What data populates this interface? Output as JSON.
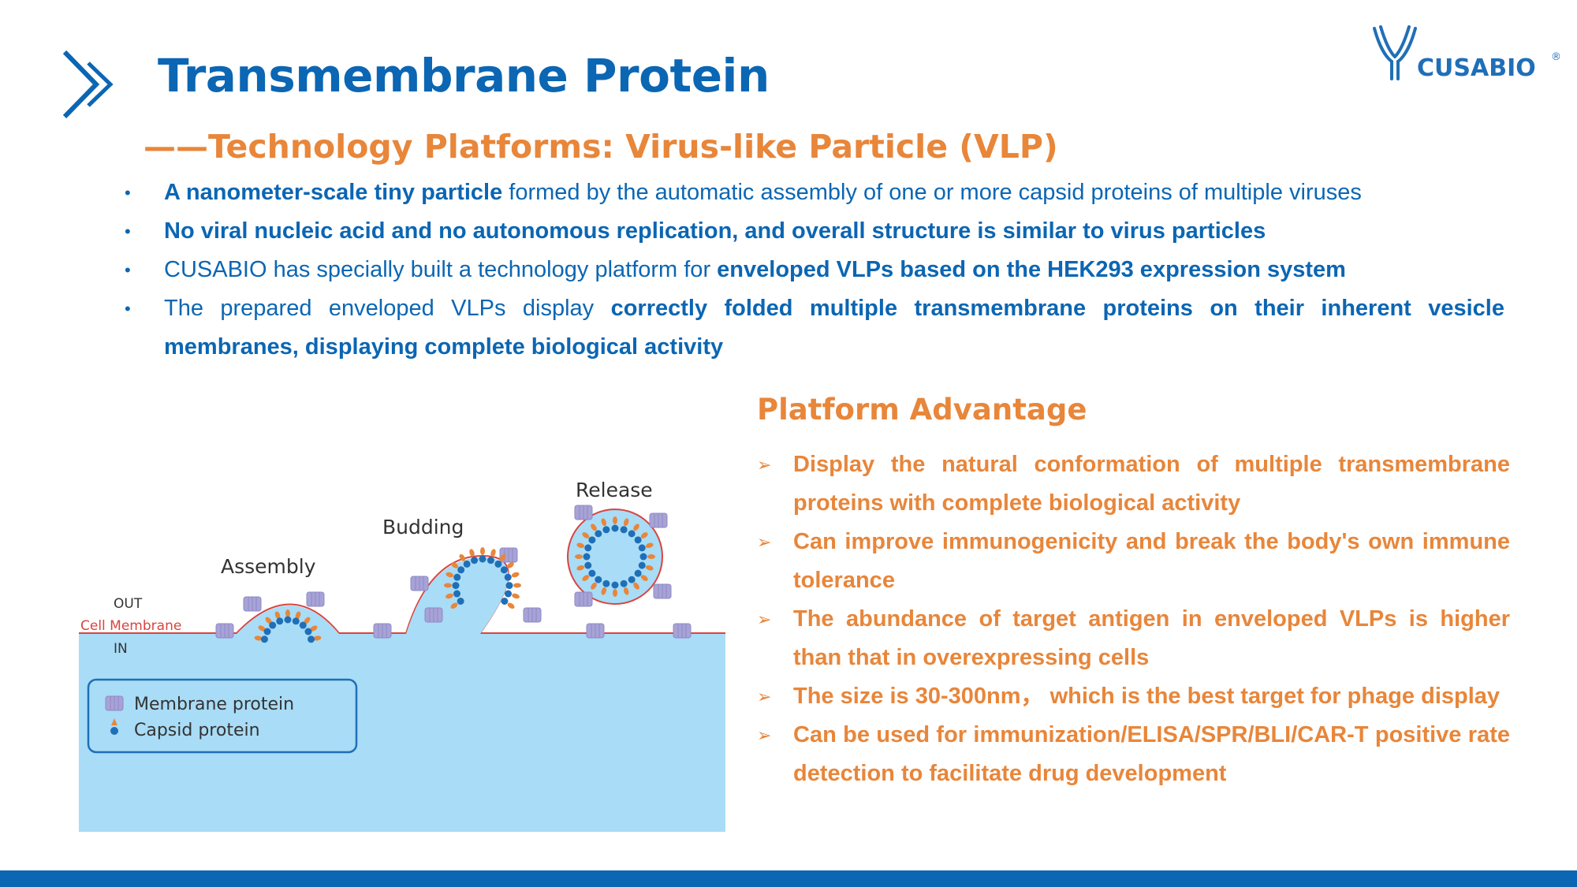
{
  "header": {
    "title": "Transmembrane Protein",
    "subtitle": "——Technology Platforms: Virus-like Particle (VLP)",
    "logo_text": "CUSABIO",
    "logo_mark": "®"
  },
  "bullets": [
    {
      "bold": "A nanometer-scale tiny particle",
      "rest": " formed by the automatic assembly of one or more capsid proteins of multiple viruses"
    },
    {
      "bold": "No viral nucleic acid and no autonomous replication, and overall structure is similar to virus particles",
      "rest": ""
    },
    {
      "pre": "CUSABIO has specially built a technology platform for ",
      "bold": "enveloped VLPs based on the HEK293 expression system"
    },
    {
      "pre": "The prepared enveloped VLPs display ",
      "bold": "correctly folded multiple transmembrane proteins on their inherent vesicle membranes, displaying complete biological activity"
    }
  ],
  "advantage": {
    "title": "Platform Advantage",
    "items": [
      "Display the natural conformation of multiple transmembrane proteins with complete biological activity",
      "Can improve immunogenicity and break the body's own immune tolerance",
      "The abundance of target antigen in enveloped VLPs is higher than that in overexpressing cells",
      "The size is 30-300nm， which is the best target for phage display",
      "Can be used for immunization/ELISA/SPR/BLI/CAR-T positive rate detection to facilitate drug development"
    ]
  },
  "diagram": {
    "label_release": "Release",
    "label_budding": "Budding",
    "label_assembly": "Assembly",
    "label_out": "OUT",
    "label_cell_membrane": "Cell Membrane",
    "label_in": "IN",
    "legend_membrane": "Membrane protein",
    "legend_capsid": "Capsid protein"
  },
  "colors": {
    "primary_blue": "#0b66b3",
    "accent_orange": "#e8863a",
    "cytoplasm": "#a9dcf6",
    "membrane_red": "#d8453e",
    "protein_purple": "#a8a3d6"
  }
}
